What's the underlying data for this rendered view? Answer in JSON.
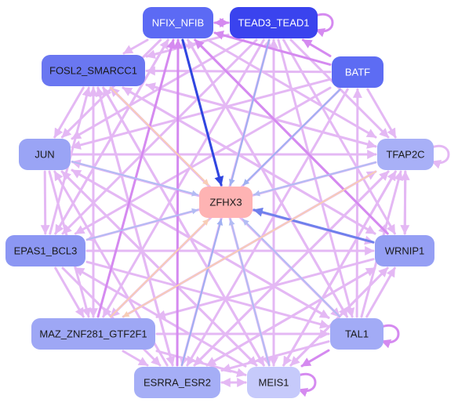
{
  "colors": {
    "edge_light": "#e4b8f4",
    "edge_medium": "#d58af0",
    "edge_blue_dark": "#2f46e0",
    "edge_blue_light": "#9fb0f2",
    "edge_peach": "#f8cdb6",
    "node_zfhx3": "#feb3b3",
    "node_dark_blue": "#3a43ee",
    "node_blue": "#5d6cf3",
    "node_mid_blue": "#7c88f2",
    "node_light_blue": "#9aa4f5",
    "node_pale_blue": "#b8bdf9",
    "node_palest_blue": "#c8cbfb",
    "text_light": "#ffffff",
    "text_dark": "#1a1a1a"
  },
  "nodes": [
    {
      "id": "NFIX_NFIB",
      "label": "NFIX_NFIB",
      "fill": "#5c6af4",
      "text": "#ffffff"
    },
    {
      "id": "TEAD3_TEAD1",
      "label": "TEAD3_TEAD1",
      "fill": "#3a43ee",
      "text": "#ffffff"
    },
    {
      "id": "FOSL2_SMARCC1",
      "label": "FOSL2_SMARCC1",
      "fill": "#6a77f1",
      "text": "#1a1a1a"
    },
    {
      "id": "BATF",
      "label": "BATF",
      "fill": "#5d6cf3",
      "text": "#ffffff"
    },
    {
      "id": "JUN",
      "label": "JUN",
      "fill": "#9aa4f5",
      "text": "#1a1a1a"
    },
    {
      "id": "TFAP2C",
      "label": "TFAP2C",
      "fill": "#a8b0f7",
      "text": "#1a1a1a"
    },
    {
      "id": "ZFHX3",
      "label": "ZFHX3",
      "fill": "#feb3b3",
      "text": "#1a1a1a"
    },
    {
      "id": "EPAS1_BCL3",
      "label": "EPAS1_BCL3",
      "fill": "#8c97f3",
      "text": "#1a1a1a"
    },
    {
      "id": "WRNIP1",
      "label": "WRNIP1",
      "fill": "#959ff4",
      "text": "#1a1a1a"
    },
    {
      "id": "MAZ_ZNF281_GTF2F1",
      "label": "MAZ_ZNF281_GTF2F1",
      "fill": "#9ea7f5",
      "text": "#1a1a1a"
    },
    {
      "id": "TAL1",
      "label": "TAL1",
      "fill": "#a2abf6",
      "text": "#1a1a1a"
    },
    {
      "id": "ESRRA_ESR2",
      "label": "ESRRA_ESR2",
      "fill": "#a5aef6",
      "text": "#1a1a1a"
    },
    {
      "id": "MEIS1",
      "label": "MEIS1",
      "fill": "#c6cafb",
      "text": "#1a1a1a"
    }
  ],
  "edges": [
    {
      "from": "NFIX_NFIB",
      "to": "ZFHX3",
      "color": "#2f46e0",
      "weight": 3
    },
    {
      "from": "TEAD3_TEAD1",
      "to": "ZFHX3",
      "color": "#9fb0f2",
      "weight": 2
    },
    {
      "from": "FOSL2_SMARCC1",
      "to": "ZFHX3",
      "color": "#f8cdb6",
      "weight": 2
    },
    {
      "from": "BATF",
      "to": "ZFHX3",
      "color": "#9fb0f2",
      "weight": 2
    },
    {
      "from": "JUN",
      "to": "ZFHX3",
      "color": "#b3bcf4",
      "weight": 2
    },
    {
      "from": "TFAP2C",
      "to": "ZFHX3",
      "color": "#b3bcf4",
      "weight": 2
    },
    {
      "from": "EPAS1_BCL3",
      "to": "ZFHX3",
      "color": "#b3bcf4",
      "weight": 2
    },
    {
      "from": "WRNIP1",
      "to": "ZFHX3",
      "color": "#6f80ec",
      "weight": 3
    },
    {
      "from": "MAZ_ZNF281_GTF2F1",
      "to": "ZFHX3",
      "color": "#f8cdb6",
      "weight": 2
    },
    {
      "from": "TAL1",
      "to": "ZFHX3",
      "color": "#b3bcf4",
      "weight": 2
    },
    {
      "from": "ESRRA_ESR2",
      "to": "ZFHX3",
      "color": "#9fb0f2",
      "weight": 2
    },
    {
      "from": "MEIS1",
      "to": "ZFHX3",
      "color": "#b3bcf4",
      "weight": 2
    },
    {
      "from": "BATF",
      "to": "NFIX_NFIB",
      "color": "#d58af0",
      "weight": 3
    },
    {
      "from": "BATF",
      "to": "TEAD3_TEAD1",
      "color": "#d58af0",
      "weight": 3
    },
    {
      "from": "TEAD3_TEAD1",
      "to": "NFIX_NFIB",
      "color": "#d58af0",
      "weight": 3
    },
    {
      "from": "NFIX_NFIB",
      "to": "TEAD3_TEAD1",
      "color": "#d58af0",
      "weight": 3
    },
    {
      "from": "WRNIP1",
      "to": "NFIX_NFIB",
      "color": "#d58af0",
      "weight": 3
    },
    {
      "from": "ESRRA_ESR2",
      "to": "NFIX_NFIB",
      "color": "#d58af0",
      "weight": 3
    },
    {
      "from": "MAZ_ZNF281_GTF2F1",
      "to": "NFIX_NFIB",
      "color": "#d58af0",
      "weight": 3
    },
    {
      "from": "TFAP2C",
      "to": "MAZ_ZNF281_GTF2F1",
      "color": "#f8cdb6",
      "weight": 2
    },
    {
      "from": "BATF",
      "to": "FOSL2_SMARCC1",
      "color": "#e4b8f4",
      "weight": 3
    },
    {
      "from": "BATF",
      "to": "JUN",
      "color": "#e4b8f4",
      "weight": 3
    },
    {
      "from": "BATF",
      "to": "EPAS1_BCL3",
      "color": "#e4b8f4",
      "weight": 3
    },
    {
      "from": "BATF",
      "to": "MAZ_ZNF281_GTF2F1",
      "color": "#e4b8f4",
      "weight": 3
    },
    {
      "from": "BATF",
      "to": "ESRRA_ESR2",
      "color": "#e4b8f4",
      "weight": 3
    },
    {
      "from": "BATF",
      "to": "TFAP2C",
      "color": "#e4b8f4",
      "weight": 3
    },
    {
      "from": "NFIX_NFIB",
      "to": "FOSL2_SMARCC1",
      "color": "#e4b8f4",
      "weight": 3
    },
    {
      "from": "NFIX_NFIB",
      "to": "JUN",
      "color": "#e4b8f4",
      "weight": 3
    },
    {
      "from": "NFIX_NFIB",
      "to": "EPAS1_BCL3",
      "color": "#e4b8f4",
      "weight": 3
    },
    {
      "from": "NFIX_NFIB",
      "to": "TFAP2C",
      "color": "#e4b8f4",
      "weight": 3
    },
    {
      "from": "NFIX_NFIB",
      "to": "WRNIP1",
      "color": "#e4b8f4",
      "weight": 3
    },
    {
      "from": "NFIX_NFIB",
      "to": "TAL1",
      "color": "#e4b8f4",
      "weight": 3
    },
    {
      "from": "NFIX_NFIB",
      "to": "MEIS1",
      "color": "#e4b8f4",
      "weight": 3
    },
    {
      "from": "TEAD3_TEAD1",
      "to": "FOSL2_SMARCC1",
      "color": "#e4b8f4",
      "weight": 3
    },
    {
      "from": "TEAD3_TEAD1",
      "to": "JUN",
      "color": "#e4b8f4",
      "weight": 3
    },
    {
      "from": "TEAD3_TEAD1",
      "to": "TFAP2C",
      "color": "#e4b8f4",
      "weight": 3
    },
    {
      "from": "TEAD3_TEAD1",
      "to": "WRNIP1",
      "color": "#e4b8f4",
      "weight": 3
    },
    {
      "from": "TEAD3_TEAD1",
      "to": "EPAS1_BCL3",
      "color": "#e4b8f4",
      "weight": 3
    },
    {
      "from": "TEAD3_TEAD1",
      "to": "MAZ_ZNF281_GTF2F1",
      "color": "#e4b8f4",
      "weight": 3
    },
    {
      "from": "TEAD3_TEAD1",
      "to": "ESRRA_ESR2",
      "color": "#e4b8f4",
      "weight": 3
    },
    {
      "from": "TEAD3_TEAD1",
      "to": "MEIS1",
      "color": "#e4b8f4",
      "weight": 3
    },
    {
      "from": "TEAD3_TEAD1",
      "to": "TAL1",
      "color": "#e4b8f4",
      "weight": 3
    },
    {
      "from": "FOSL2_SMARCC1",
      "to": "JUN",
      "color": "#e4b8f4",
      "weight": 3
    },
    {
      "from": "FOSL2_SMARCC1",
      "to": "TFAP2C",
      "color": "#e4b8f4",
      "weight": 3
    },
    {
      "from": "FOSL2_SMARCC1",
      "to": "WRNIP1",
      "color": "#e4b8f4",
      "weight": 3
    },
    {
      "from": "FOSL2_SMARCC1",
      "to": "TAL1",
      "color": "#e4b8f4",
      "weight": 3
    },
    {
      "from": "FOSL2_SMARCC1",
      "to": "ESRRA_ESR2",
      "color": "#e4b8f4",
      "weight": 3
    },
    {
      "from": "FOSL2_SMARCC1",
      "to": "MEIS1",
      "color": "#e4b8f4",
      "weight": 3
    },
    {
      "from": "FOSL2_SMARCC1",
      "to": "MAZ_ZNF281_GTF2F1",
      "color": "#e4b8f4",
      "weight": 3
    },
    {
      "from": "JUN",
      "to": "EPAS1_BCL3",
      "color": "#e4b8f4",
      "weight": 3
    },
    {
      "from": "JUN",
      "to": "TFAP2C",
      "color": "#e4b8f4",
      "weight": 3
    },
    {
      "from": "JUN",
      "to": "WRNIP1",
      "color": "#e4b8f4",
      "weight": 3
    },
    {
      "from": "JUN",
      "to": "MAZ_ZNF281_GTF2F1",
      "color": "#e4b8f4",
      "weight": 3
    },
    {
      "from": "JUN",
      "to": "TAL1",
      "color": "#e4b8f4",
      "weight": 3
    },
    {
      "from": "JUN",
      "to": "MEIS1",
      "color": "#e4b8f4",
      "weight": 3
    },
    {
      "from": "TFAP2C",
      "to": "EPAS1_BCL3",
      "color": "#e4b8f4",
      "weight": 3
    },
    {
      "from": "TFAP2C",
      "to": "WRNIP1",
      "color": "#e4b8f4",
      "weight": 3
    },
    {
      "from": "TFAP2C",
      "to": "ESRRA_ESR2",
      "color": "#e4b8f4",
      "weight": 3
    },
    {
      "from": "TFAP2C",
      "to": "MEIS1",
      "color": "#e4b8f4",
      "weight": 3
    },
    {
      "from": "TFAP2C",
      "to": "FOSL2_SMARCC1",
      "color": "#e4b8f4",
      "weight": 3
    },
    {
      "from": "EPAS1_BCL3",
      "to": "WRNIP1",
      "color": "#e4b8f4",
      "weight": 3
    },
    {
      "from": "EPAS1_BCL3",
      "to": "MAZ_ZNF281_GTF2F1",
      "color": "#e4b8f4",
      "weight": 3
    },
    {
      "from": "EPAS1_BCL3",
      "to": "TAL1",
      "color": "#e4b8f4",
      "weight": 3
    },
    {
      "from": "EPAS1_BCL3",
      "to": "ESRRA_ESR2",
      "color": "#e4b8f4",
      "weight": 3
    },
    {
      "from": "EPAS1_BCL3",
      "to": "FOSL2_SMARCC1",
      "color": "#e4b8f4",
      "weight": 3
    },
    {
      "from": "EPAS1_BCL3",
      "to": "NFIX_NFIB",
      "color": "#e4b8f4",
      "weight": 3
    },
    {
      "from": "WRNIP1",
      "to": "TFAP2C",
      "color": "#e4b8f4",
      "weight": 3
    },
    {
      "from": "WRNIP1",
      "to": "MAZ_ZNF281_GTF2F1",
      "color": "#e4b8f4",
      "weight": 3
    },
    {
      "from": "WRNIP1",
      "to": "ESRRA_ESR2",
      "color": "#e4b8f4",
      "weight": 3
    },
    {
      "from": "WRNIP1",
      "to": "MEIS1",
      "color": "#e4b8f4",
      "weight": 3
    },
    {
      "from": "WRNIP1",
      "to": "FOSL2_SMARCC1",
      "color": "#e4b8f4",
      "weight": 3
    },
    {
      "from": "WRNIP1",
      "to": "JUN",
      "color": "#e4b8f4",
      "weight": 3
    },
    {
      "from": "MAZ_ZNF281_GTF2F1",
      "to": "TAL1",
      "color": "#e4b8f4",
      "weight": 3
    },
    {
      "from": "MAZ_ZNF281_GTF2F1",
      "to": "ESRRA_ESR2",
      "color": "#e4b8f4",
      "weight": 3
    },
    {
      "from": "MAZ_ZNF281_GTF2F1",
      "to": "MEIS1",
      "color": "#e4b8f4",
      "weight": 3
    },
    {
      "from": "MAZ_ZNF281_GTF2F1",
      "to": "TFAP2C",
      "color": "#e4b8f4",
      "weight": 3
    },
    {
      "from": "MAZ_ZNF281_GTF2F1",
      "to": "FOSL2_SMARCC1",
      "color": "#e4b8f4",
      "weight": 3
    },
    {
      "from": "TAL1",
      "to": "MEIS1",
      "color": "#d58af0",
      "weight": 3
    },
    {
      "from": "TAL1",
      "to": "ESRRA_ESR2",
      "color": "#e4b8f4",
      "weight": 3
    },
    {
      "from": "TAL1",
      "to": "TFAP2C",
      "color": "#e4b8f4",
      "weight": 3
    },
    {
      "from": "TAL1",
      "to": "WRNIP1",
      "color": "#e4b8f4",
      "weight": 3
    },
    {
      "from": "TAL1",
      "to": "FOSL2_SMARCC1",
      "color": "#e4b8f4",
      "weight": 3
    },
    {
      "from": "TAL1",
      "to": "NFIX_NFIB",
      "color": "#e4b8f4",
      "weight": 3
    },
    {
      "from": "TAL1",
      "to": "JUN",
      "color": "#e4b8f4",
      "weight": 3
    },
    {
      "from": "TAL1",
      "to": "BATF",
      "color": "#e4b8f4",
      "weight": 3
    },
    {
      "from": "ESRRA_ESR2",
      "to": "MEIS1",
      "color": "#e4b8f4",
      "weight": 3
    },
    {
      "from": "ESRRA_ESR2",
      "to": "FOSL2_SMARCC1",
      "color": "#e4b8f4",
      "weight": 3
    },
    {
      "from": "ESRRA_ESR2",
      "to": "TFAP2C",
      "color": "#e4b8f4",
      "weight": 3
    },
    {
      "from": "ESRRA_ESR2",
      "to": "WRNIP1",
      "color": "#e4b8f4",
      "weight": 3
    },
    {
      "from": "ESRRA_ESR2",
      "to": "TEAD3_TEAD1",
      "color": "#e4b8f4",
      "weight": 3
    },
    {
      "from": "ESRRA_ESR2",
      "to": "JUN",
      "color": "#e4b8f4",
      "weight": 3
    },
    {
      "from": "MEIS1",
      "to": "ESRRA_ESR2",
      "color": "#e4b8f4",
      "weight": 3
    },
    {
      "from": "MEIS1",
      "to": "FOSL2_SMARCC1",
      "color": "#e4b8f4",
      "weight": 3
    },
    {
      "from": "MEIS1",
      "to": "TFAP2C",
      "color": "#e4b8f4",
      "weight": 3
    },
    {
      "from": "MEIS1",
      "to": "WRNIP1",
      "color": "#e4b8f4",
      "weight": 3
    },
    {
      "from": "MEIS1",
      "to": "NFIX_NFIB",
      "color": "#e4b8f4",
      "weight": 3
    },
    {
      "from": "MEIS1",
      "to": "TEAD3_TEAD1",
      "color": "#e4b8f4",
      "weight": 3
    },
    {
      "from": "MEIS1",
      "to": "JUN",
      "color": "#e4b8f4",
      "weight": 3
    },
    {
      "from": "MEIS1",
      "to": "EPAS1_BCL3",
      "color": "#e4b8f4",
      "weight": 3
    }
  ],
  "self_loops": [
    {
      "node": "TEAD3_TEAD1",
      "color": "#d58af0"
    },
    {
      "node": "TFAP2C",
      "color": "#e4b8f4"
    },
    {
      "node": "TAL1",
      "color": "#d58af0"
    },
    {
      "node": "MEIS1",
      "color": "#d58af0"
    }
  ]
}
